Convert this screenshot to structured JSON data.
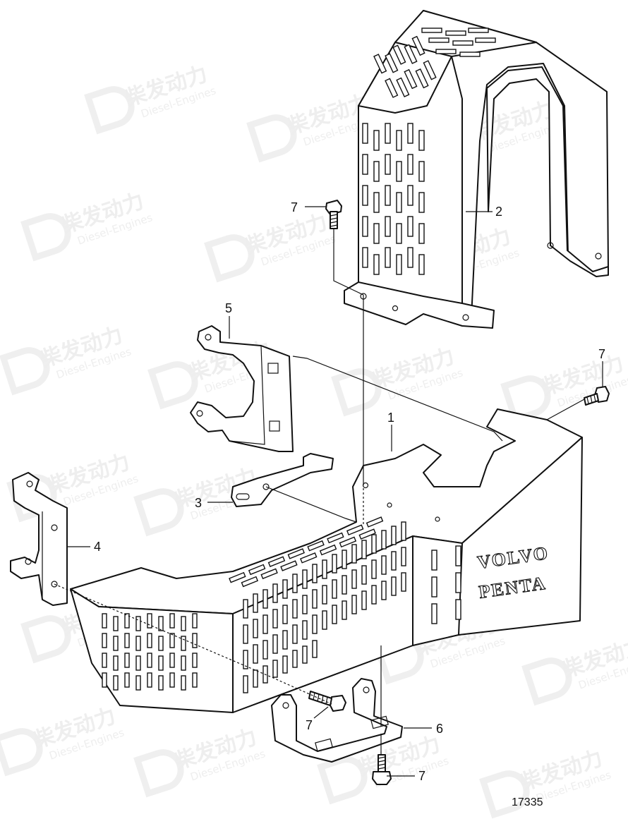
{
  "watermark": {
    "brand_cn": "柴发动力",
    "brand_en": "Diesel-Engines"
  },
  "diagram": {
    "figure_number": "17335",
    "part_labels": [
      {
        "id": "1",
        "text": "1"
      },
      {
        "id": "2",
        "text": "2"
      },
      {
        "id": "3",
        "text": "3"
      },
      {
        "id": "4",
        "text": "4"
      },
      {
        "id": "5",
        "text": "5"
      },
      {
        "id": "6",
        "text": "6"
      },
      {
        "id": "7a",
        "text": "7"
      },
      {
        "id": "7b",
        "text": "7"
      },
      {
        "id": "7c",
        "text": "7"
      },
      {
        "id": "7d",
        "text": "7"
      }
    ],
    "guard_marking": {
      "line1": "VOLVO",
      "line2": "PENTA"
    }
  }
}
